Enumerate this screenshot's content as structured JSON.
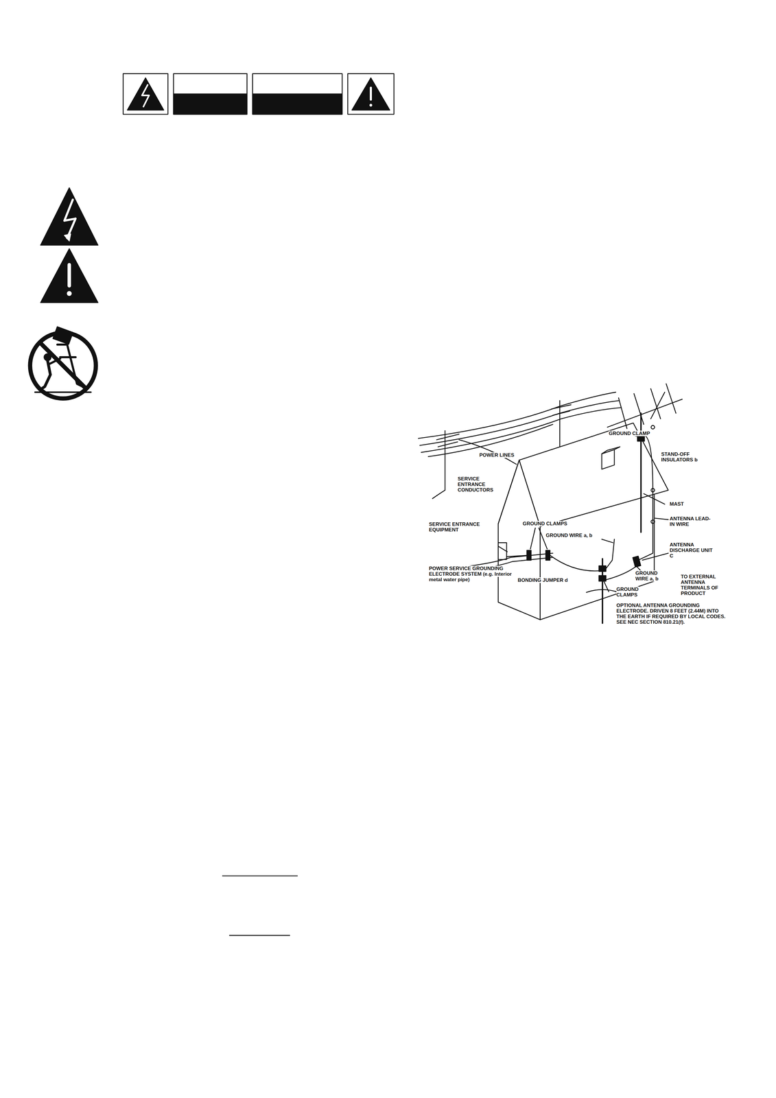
{
  "diagram": {
    "labels": [
      "GROUND CLAMP",
      "POWER LINES",
      "STAND-OFF INSULATORS b",
      "SERVICE ENTRANCE CONDUCTORS",
      "MAST",
      "ANTENNA LEAD-IN WIRE",
      "SERVICE ENTRANCE EQUIPMENT",
      "GROUND CLAMPS",
      "GROUND WIRE a, b",
      "ANTENNA DISCHARGE UNIT C",
      "POWER SERVICE GROUNDING ELECTRODE SYSTEM (e.g. Interior metal water pipe)",
      "BONDING JUMPER d",
      "GROUND WIRE a, b",
      "TO EXTERNAL ANTENNA TERMINALS OF PRODUCT",
      "GROUND CLAMPS",
      "OPTIONAL ANTENNA GROUNDING ELECTRODE. DRIVEN 8 FEET (2.44M) INTO THE EARTH IF REQUIRED BY LOCAL CODES. SEE NEC SECTION 810.21(f)."
    ]
  }
}
